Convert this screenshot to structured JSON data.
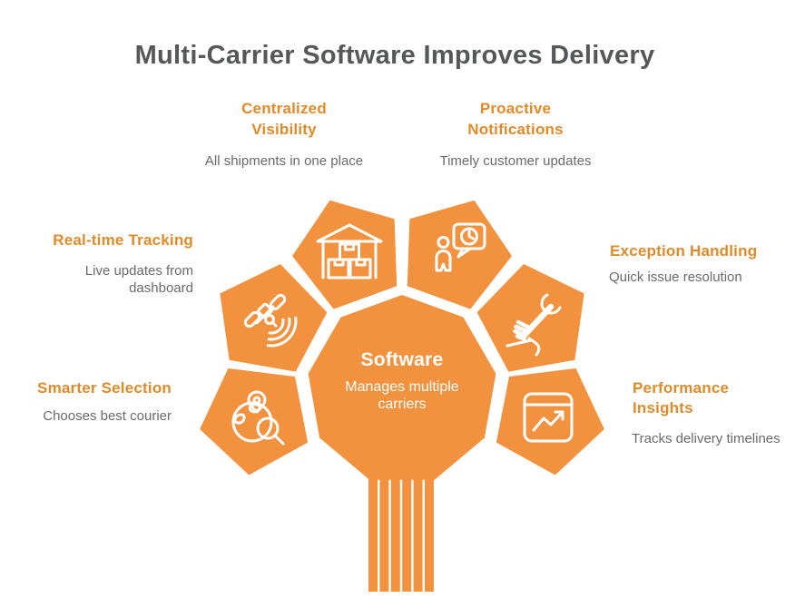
{
  "title": "Multi-Carrier Software Improves Delivery",
  "center": {
    "title": "Software",
    "subtitle": "Manages multiple carriers"
  },
  "nodes": [
    {
      "id": "centralized-visibility",
      "heading": "Centralized Visibility",
      "description": "All shipments in one place",
      "icon": "warehouse-icon"
    },
    {
      "id": "proactive-notifications",
      "heading": "Proactive Notifications",
      "description": "Timely customer updates",
      "icon": "chat-clock-icon"
    },
    {
      "id": "real-time-tracking",
      "heading": "Real-time Tracking",
      "description": "Live updates from dashboard",
      "icon": "satellite-icon"
    },
    {
      "id": "exception-handling",
      "heading": "Exception Handling",
      "description": "Quick issue resolution",
      "icon": "wrench-hand-icon"
    },
    {
      "id": "smarter-selection",
      "heading": "Smarter Selection",
      "description": "Chooses best courier",
      "icon": "globe-search-icon"
    },
    {
      "id": "performance-insights",
      "heading": "Performance Insights",
      "description": "Tracks delivery timelines",
      "icon": "chart-window-icon"
    }
  ],
  "palette": {
    "shape_orange": "#F2923E",
    "heading_orange": "#E18A28",
    "title_gray": "#56575A",
    "body_gray": "#6A6B6E",
    "icon_white": "#FFFFFF",
    "background": "#FFFFFF"
  }
}
